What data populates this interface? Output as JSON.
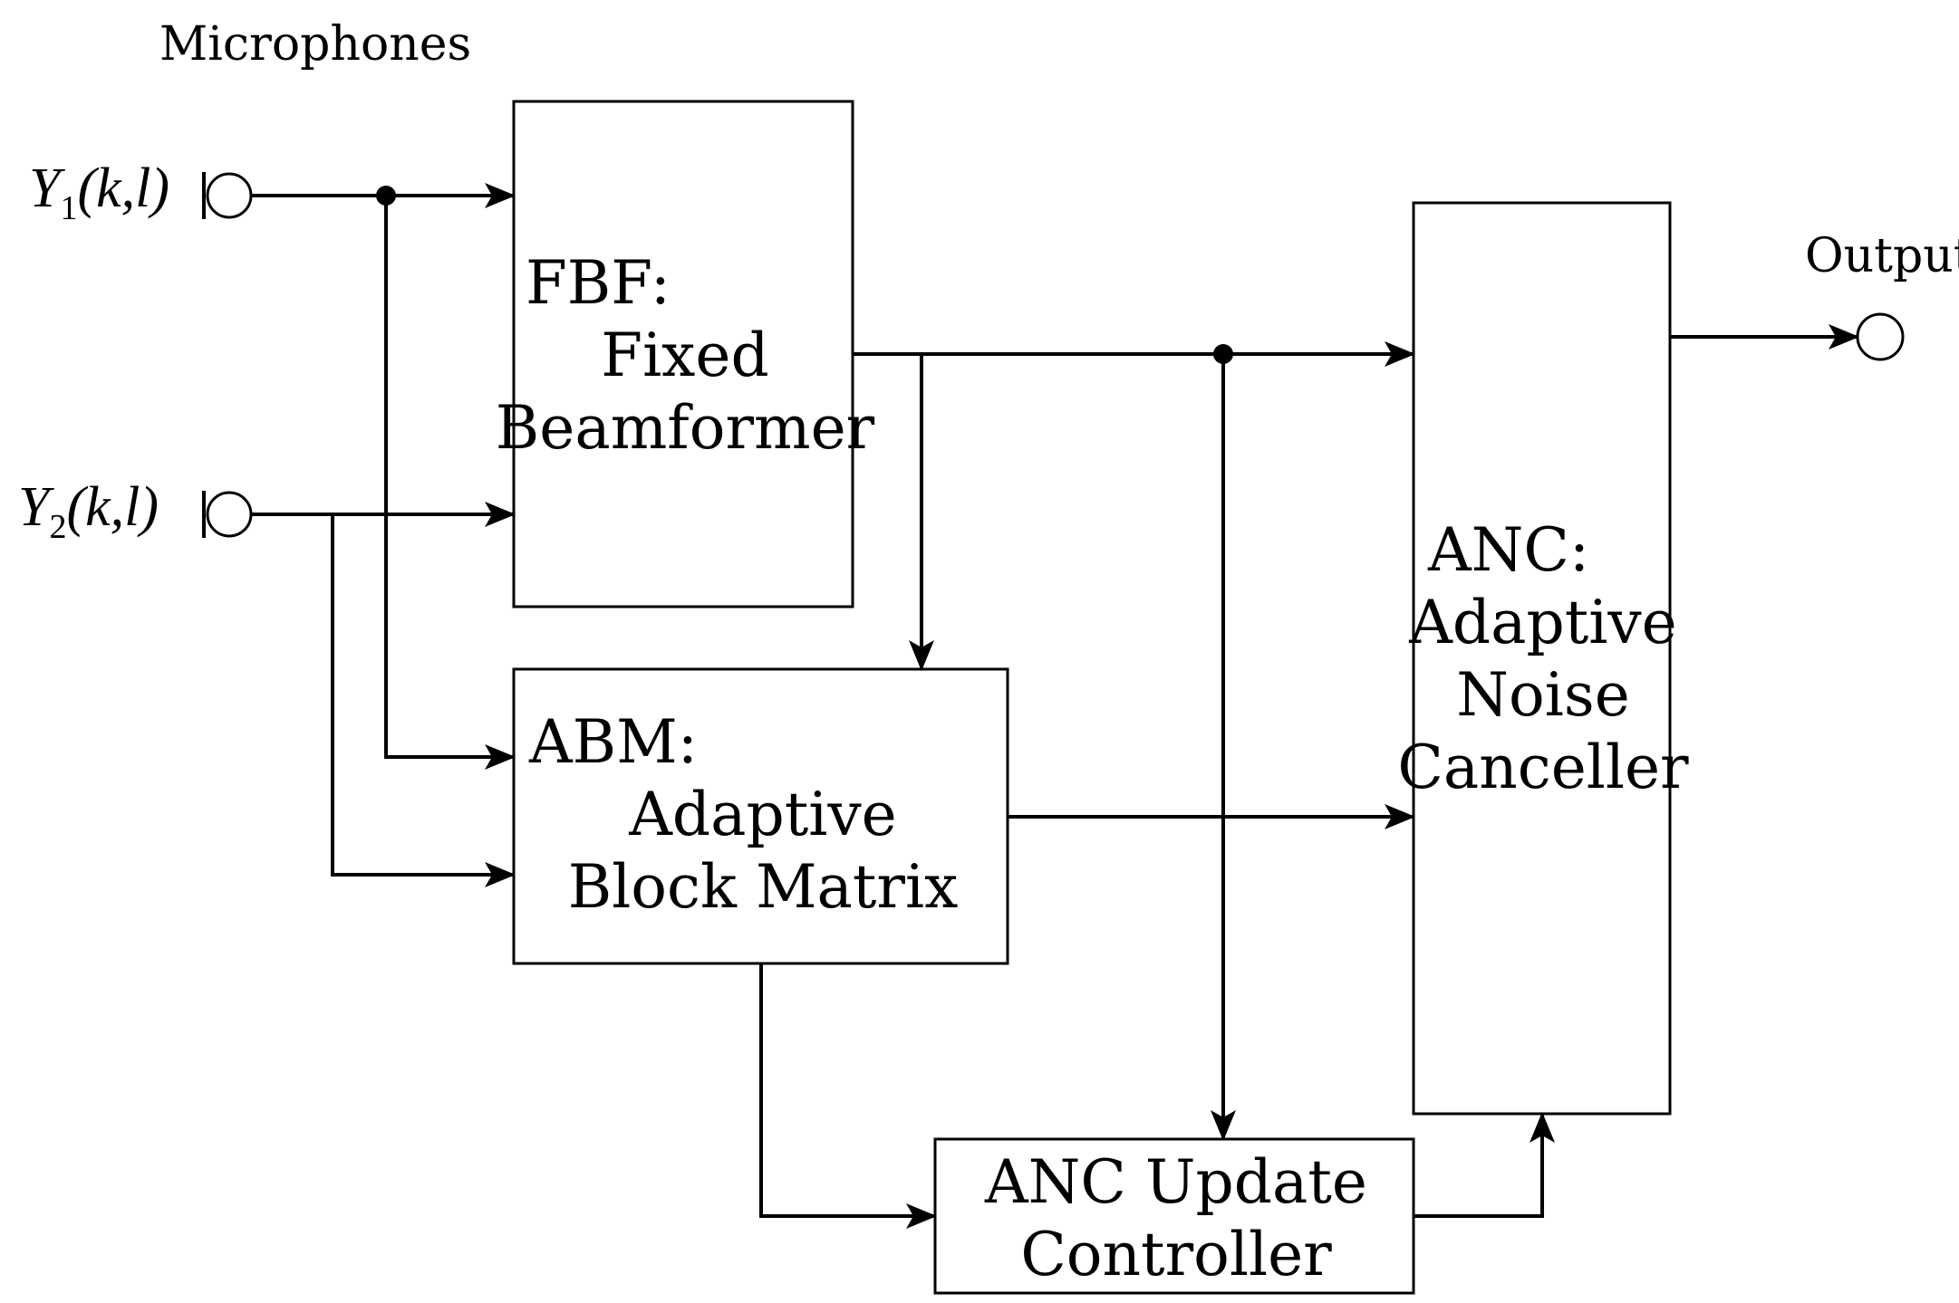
{
  "labels": {
    "microphones": "Microphones",
    "output": "Output"
  },
  "inputs": {
    "y1": {
      "symbol": "Y",
      "subscript": "1",
      "args": "(k,l)"
    },
    "y2": {
      "symbol": "Y",
      "subscript": "2",
      "args": "(k,l)"
    }
  },
  "blocks": {
    "fbf": {
      "line1": "FBF:",
      "line2": "Fixed",
      "line3": "Beamformer"
    },
    "abm": {
      "line1": "ABM:",
      "line2": "Adaptive",
      "line3": "Block Matrix"
    },
    "anc": {
      "line1": "ANC:",
      "line2": "Adaptive",
      "line3": "Noise",
      "line4": "Canceller"
    },
    "controller": {
      "line1": "ANC Update",
      "line2": "Controller"
    }
  }
}
